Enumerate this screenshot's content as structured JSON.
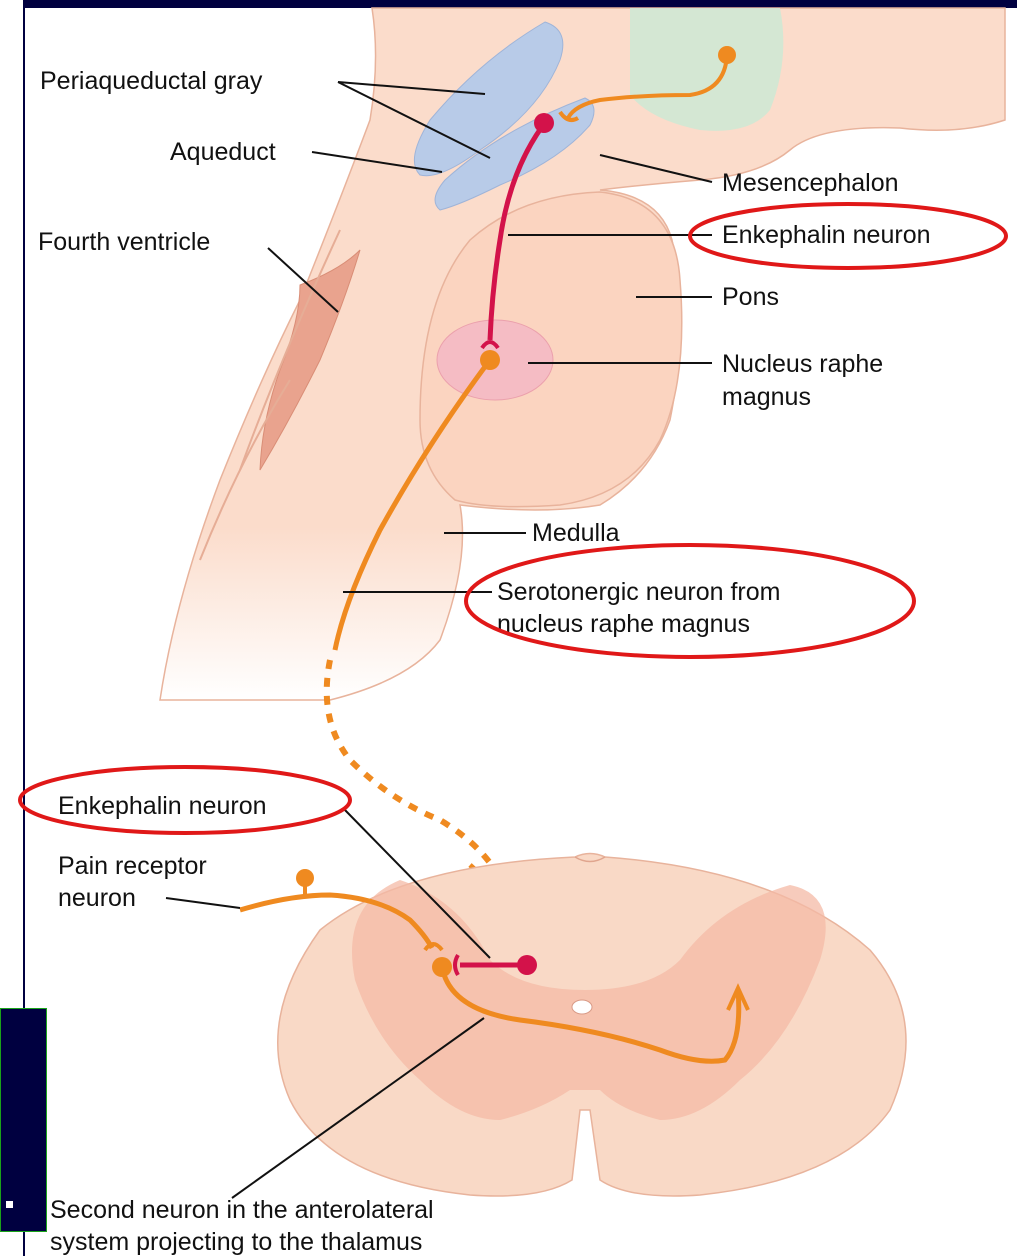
{
  "labels": {
    "periaqueductal_gray": "Periaqueductal gray",
    "aqueduct": "Aqueduct",
    "fourth_ventricle": "Fourth ventricle",
    "mesencephalon": "Mesencephalon",
    "enkephalin_neuron_top": "Enkephalin neuron",
    "pons": "Pons",
    "nucleus_raphe_magnus_1": "Nucleus raphe",
    "nucleus_raphe_magnus_2": "magnus",
    "medulla": "Medulla",
    "serotonergic_1": "Serotonergic neuron from",
    "serotonergic_2": "nucleus raphe magnus",
    "enkephalin_neuron_bottom": "Enkephalin neuron",
    "pain_receptor_1": "Pain receptor",
    "pain_receptor_2": "neuron",
    "second_neuron_1": "Second neuron in the anterolateral",
    "second_neuron_2": "system projecting to the thalamus"
  },
  "colors": {
    "brainstem": "#fbdccb",
    "spinal_cord": "#f9d9c6",
    "gray_matter": "#f4b9a6",
    "periaqueductal_gray": "#b8cbe8",
    "tectum": "#cfe8d4",
    "raphe_nucleus": "#f5bcc4",
    "enkephalin_neuron": "#d3124a",
    "serotonergic_neuron": "#ef8a20",
    "highlight_circle": "#e01818",
    "slide_dark": "#000040"
  }
}
